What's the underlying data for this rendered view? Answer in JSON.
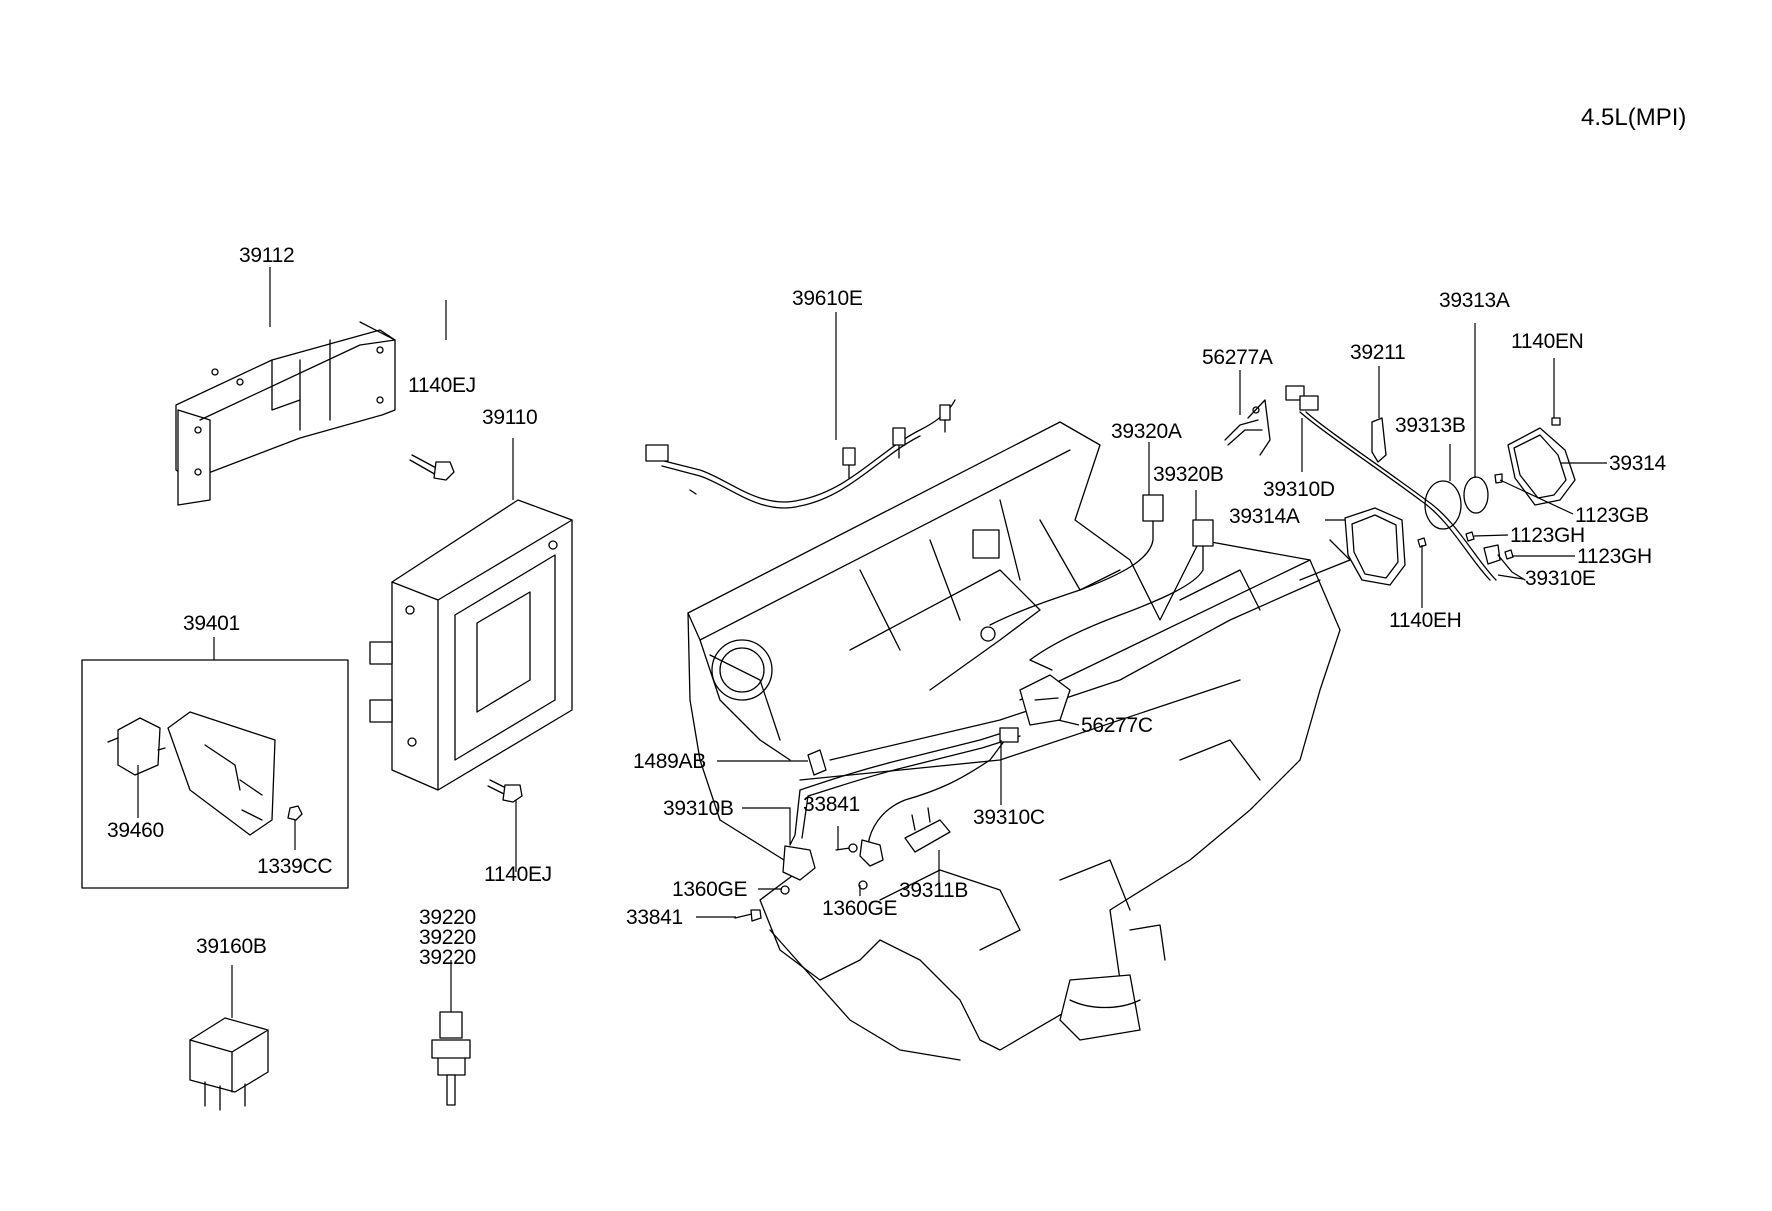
{
  "diagram": {
    "variant_label": "4.5L(MPI)",
    "labels": [
      "39112",
      "1140EJ",
      "39110",
      "39401",
      "39460",
      "1339CC",
      "1140EJ",
      "39160B",
      "39220",
      "39220",
      "39220",
      "39610E",
      "39320A",
      "39320B",
      "56277A",
      "39211",
      "1140EN",
      "39313A",
      "39313B",
      "39314",
      "39310D",
      "39314A",
      "1123GB",
      "1123GH",
      "1123GH",
      "39310E",
      "1140EH",
      "56277C",
      "1489AB",
      "39310B",
      "33841",
      "39310C",
      "1360GE",
      "1360GE",
      "39311B",
      "33841"
    ]
  }
}
